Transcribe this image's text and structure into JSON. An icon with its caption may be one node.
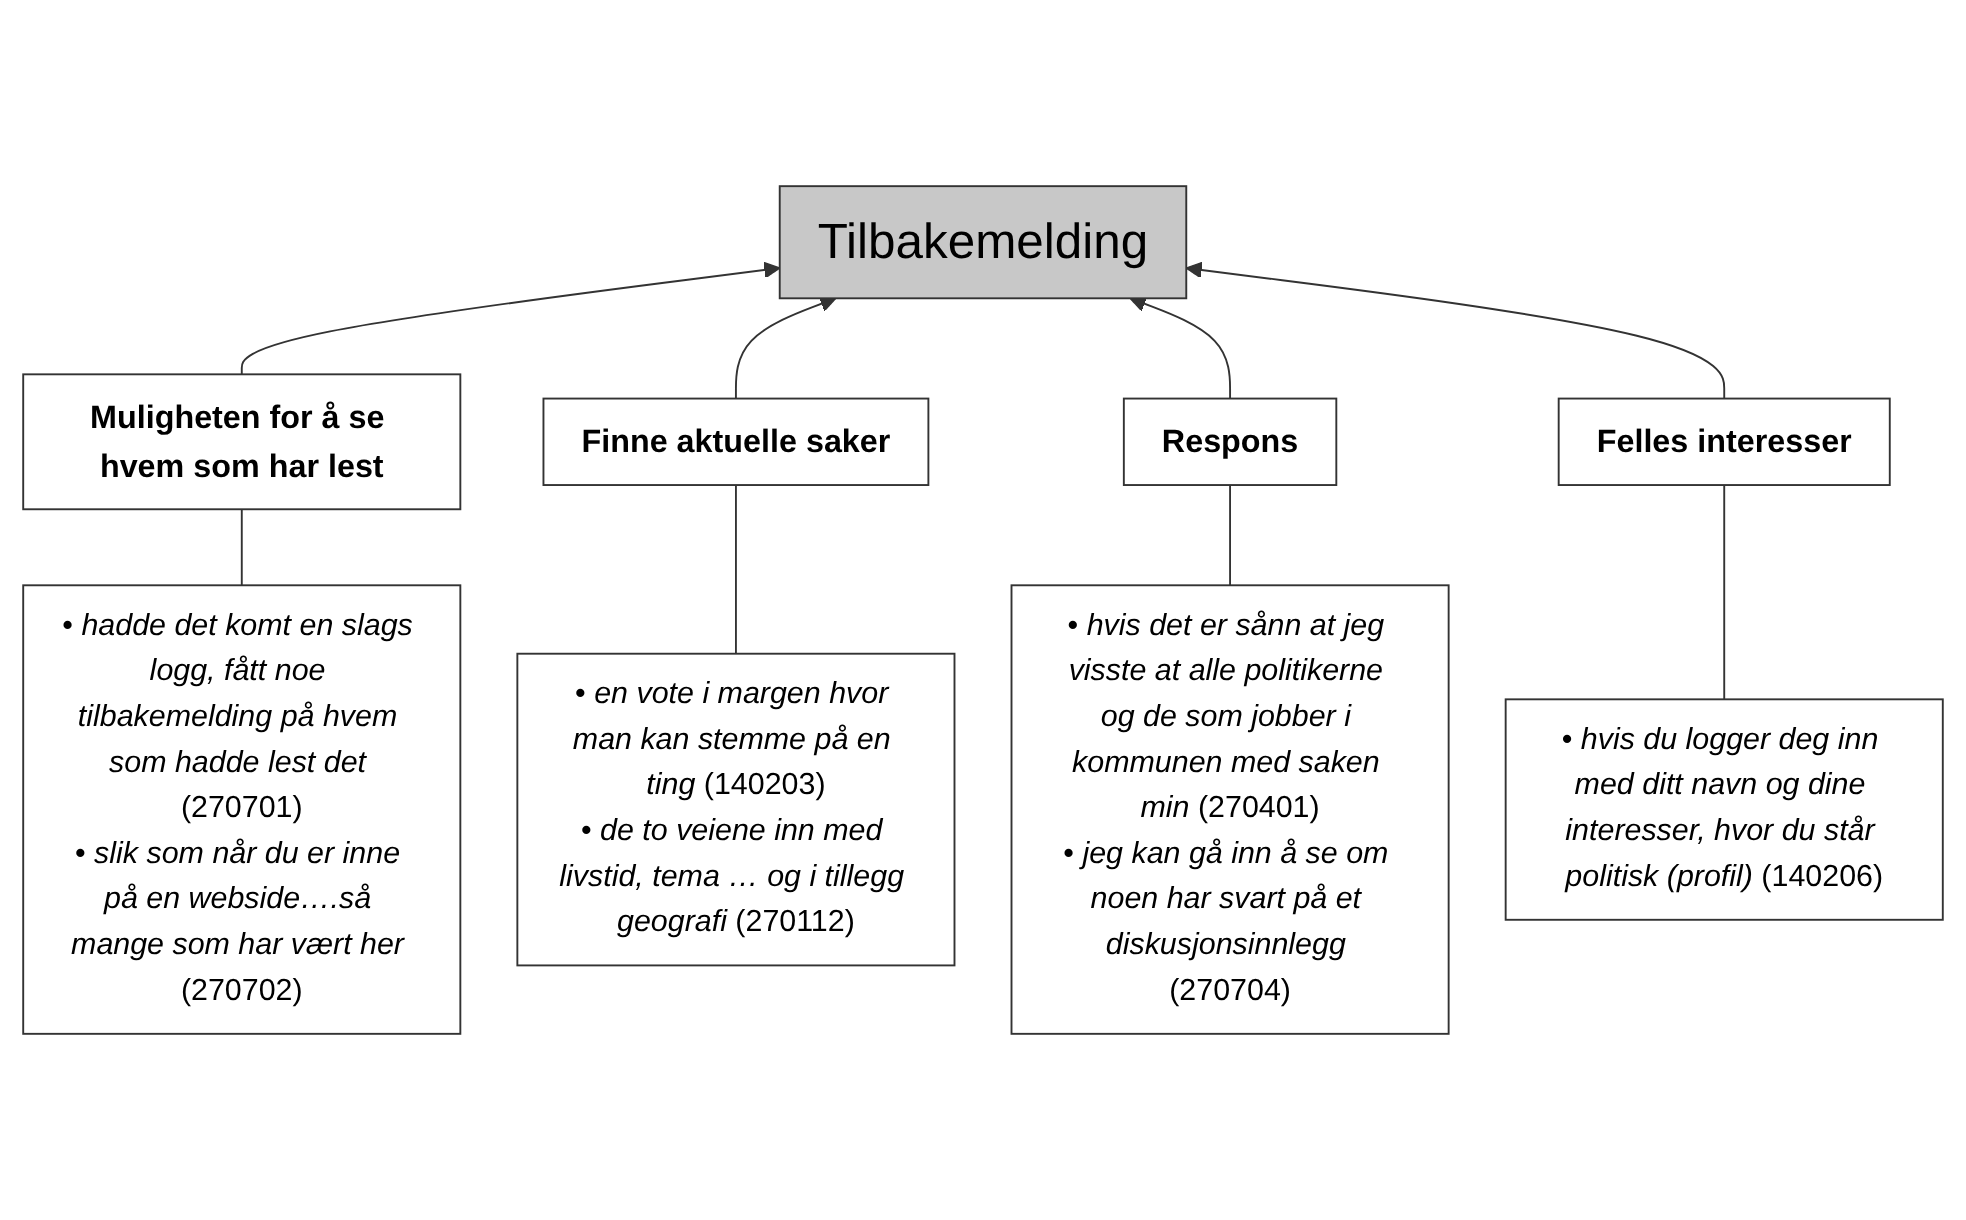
{
  "diagram": {
    "nodes": [
      {
        "text": [
          "Tilbakemelding"
        ]
      },
      {
        "text": [
          "Muligheten for å se hvem som har lest"
        ]
      },
      {
        "text": [
          "Finne aktuelle saker"
        ]
      },
      {
        "text": [
          "Respons"
        ]
      },
      {
        "text": [
          "Felles interesser"
        ]
      },
      {
        "text": [
          "• *hadde det komt en slags logg, fått noe tilbakemelding på hvem som hadde lest det* (270701)",
          "• *slik som når du er inne på en webside….så mange som har vært her* (270702)"
        ]
      },
      {
        "text": [
          "• *en vote i margen hvor man kan stemme på en ting* (140203)",
          "• *de to veiene inn med livstid, tema … og i tillegg geografi* (270112)"
        ]
      },
      {
        "text": [
          "• *hvis det er sånn at jeg visste at alle politikerne og de som jobber i kommunen med saken min* (270401)",
          "• *jeg kan gå inn å se om noen har svart på et diskusjonsinnlegg* (270704)"
        ]
      },
      {
        "text": [
          "• *hvis du logger deg inn med ditt navn og dine interesser, hvor du står politisk (profil)* (140206)"
        ]
      }
    ],
    "edges": [
      {
        "from": 1,
        "to": 0,
        "arrow": "to"
      },
      {
        "from": 2,
        "to": 0,
        "arrow": "to"
      },
      {
        "from": 3,
        "to": 0,
        "arrow": "to"
      },
      {
        "from": 4,
        "to": 0,
        "arrow": "to"
      },
      {
        "from": 5,
        "to": 1,
        "arrow": "none"
      },
      {
        "from": 6,
        "to": 2,
        "arrow": "none"
      },
      {
        "from": 7,
        "to": 3,
        "arrow": "none"
      },
      {
        "from": 8,
        "to": 4,
        "arrow": "none"
      }
    ]
  }
}
